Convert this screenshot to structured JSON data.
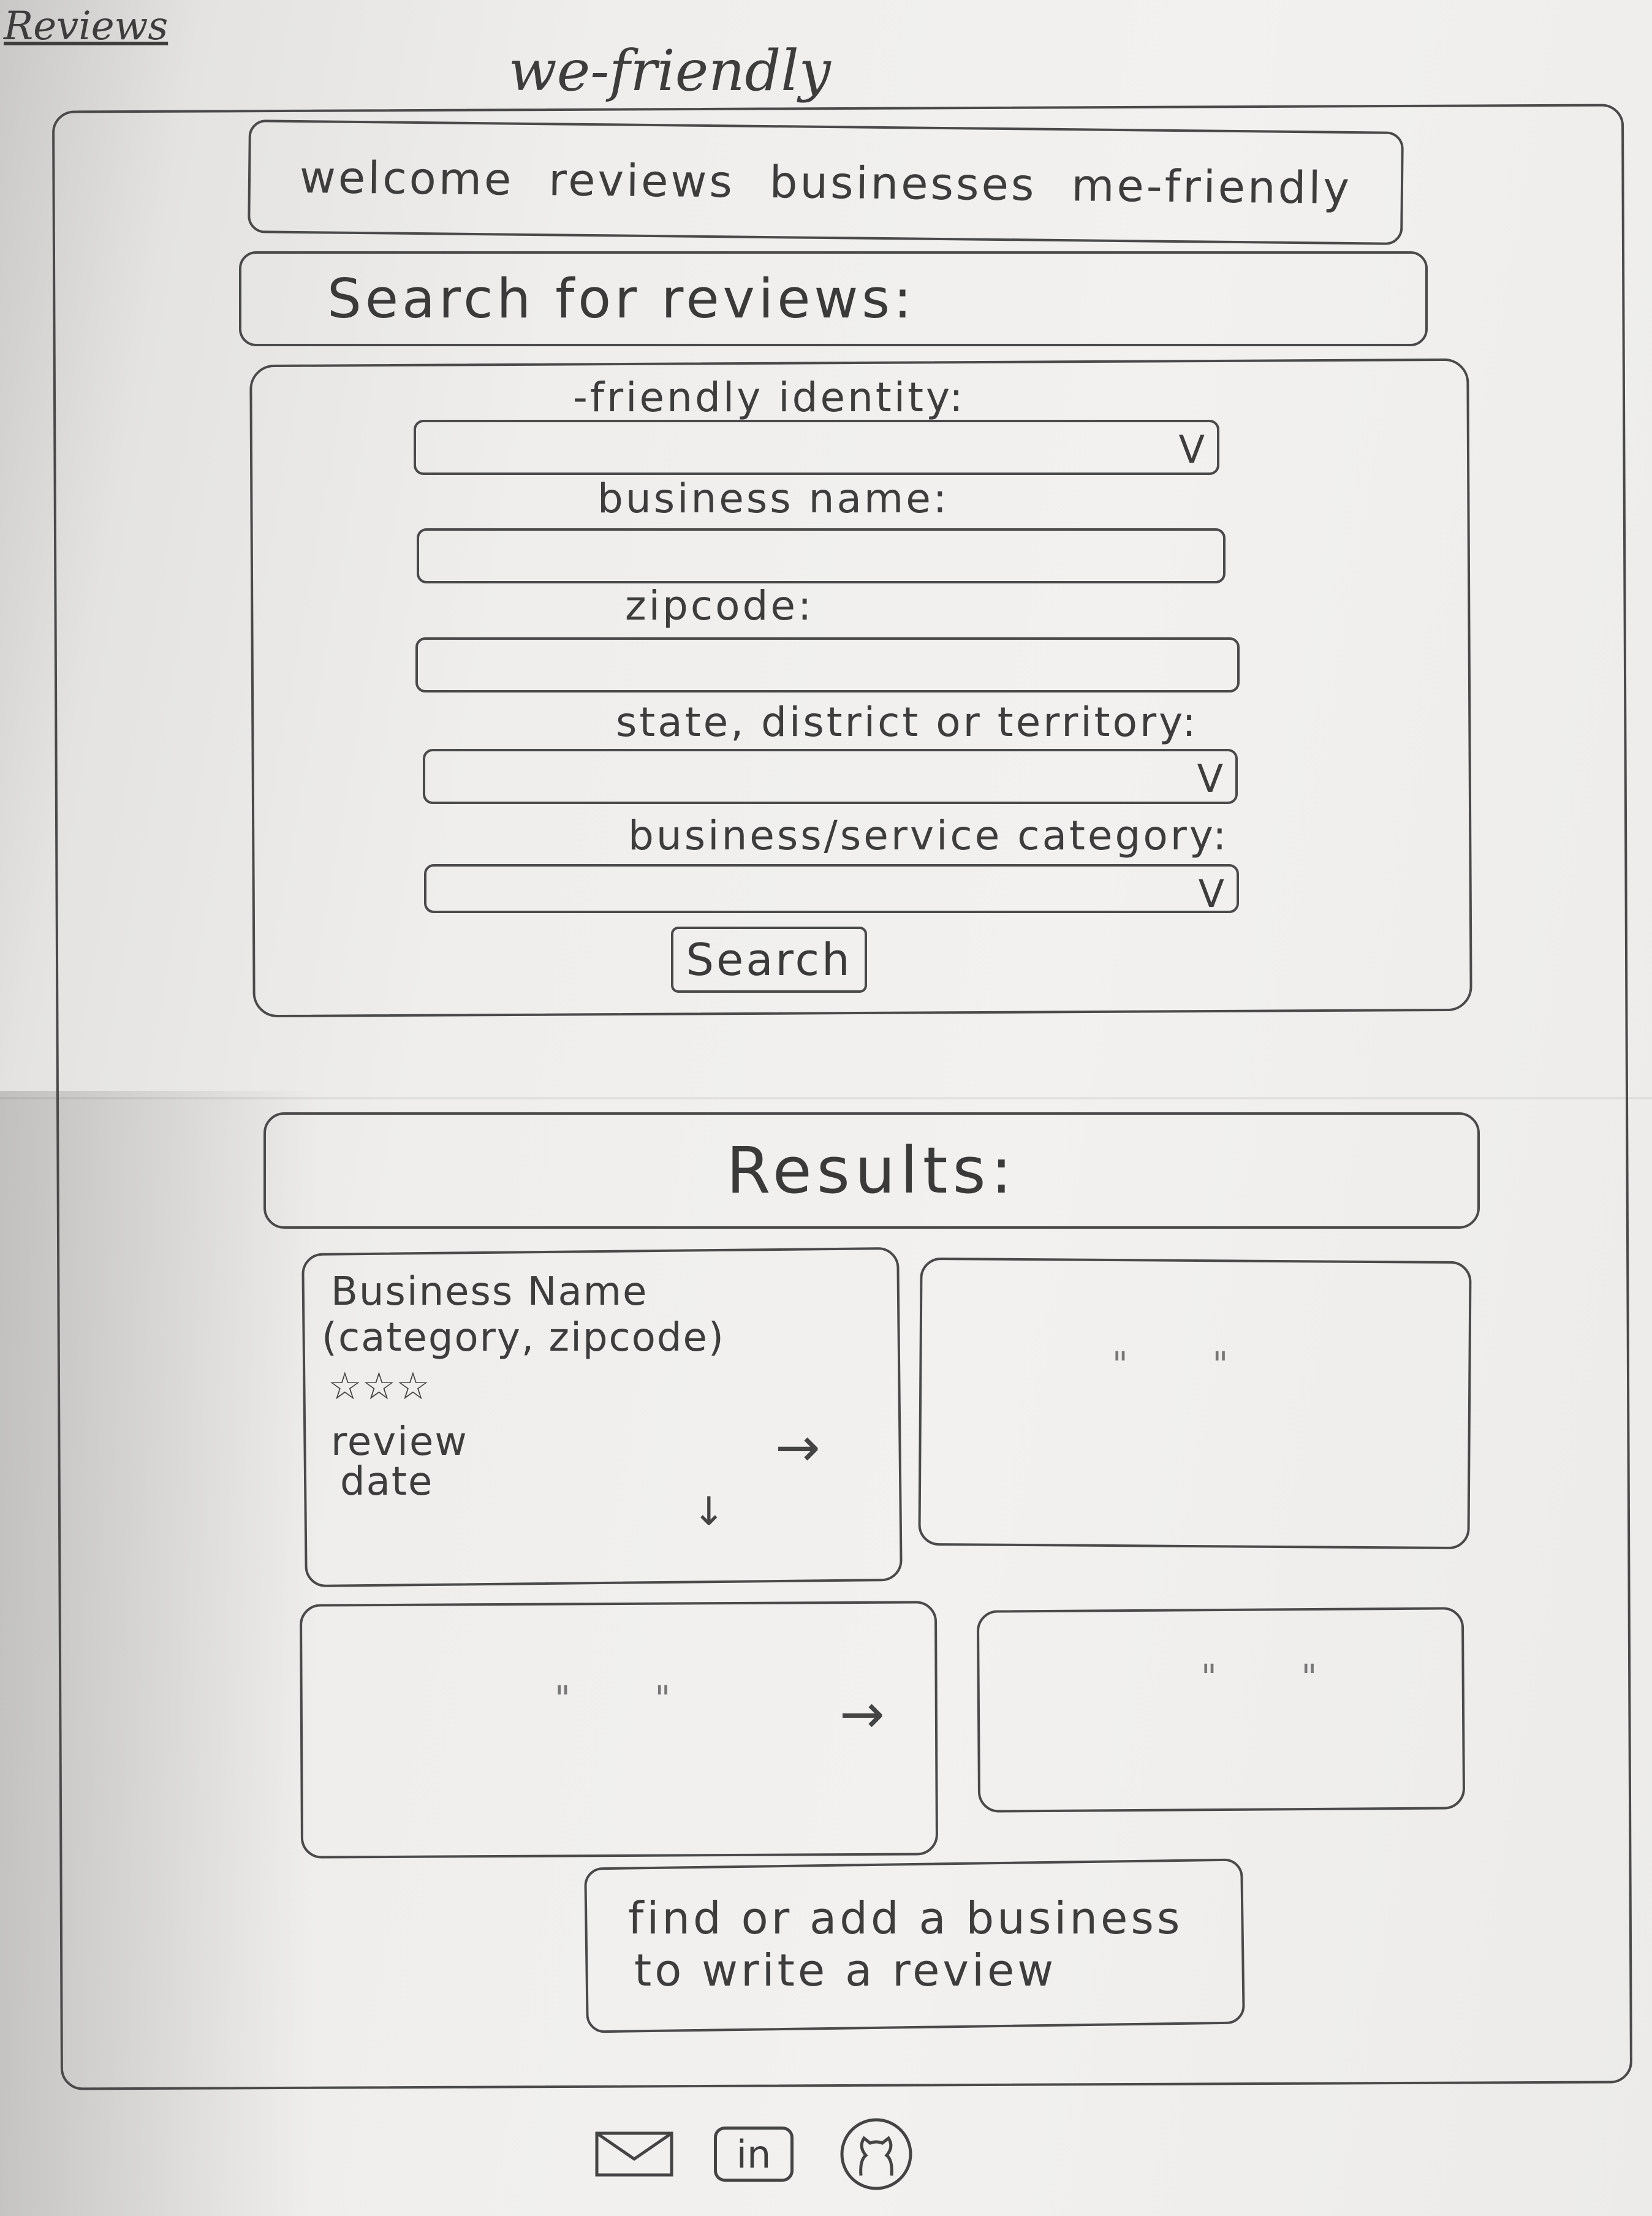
{
  "page": {
    "corner_label": "Reviews",
    "brand": "we-friendly"
  },
  "nav": {
    "items": [
      "welcome",
      "reviews",
      "businesses",
      "me-friendly"
    ]
  },
  "search": {
    "heading": "Search for reviews:",
    "fields": [
      {
        "label": "-friendly identity:",
        "type": "select",
        "value": ""
      },
      {
        "label": "business name:",
        "type": "text",
        "value": ""
      },
      {
        "label": "zipcode:",
        "type": "text",
        "value": ""
      },
      {
        "label": "state, district or territory:",
        "type": "select",
        "value": ""
      },
      {
        "label": "business/service category:",
        "type": "select",
        "value": ""
      }
    ],
    "dropdown_glyph": "V",
    "button_label": "Search"
  },
  "results": {
    "heading": "Results:",
    "cards": [
      {
        "name": "Business Name",
        "meta": "(category, zipcode)",
        "rating_glyph": "☆☆☆",
        "review": "review",
        "date": "date",
        "arrow": "→",
        "down_arrow": "↓"
      },
      {
        "ditto": "\" \""
      },
      {
        "ditto": "\" \"",
        "arrow": "→"
      },
      {
        "ditto": "\" \""
      }
    ]
  },
  "cta": {
    "line1": "find or add a business",
    "line2": "to write a review"
  },
  "footer": {
    "icons": [
      "mail-icon",
      "linkedin-icon",
      "github-icon"
    ],
    "linkedin_text": "in"
  }
}
